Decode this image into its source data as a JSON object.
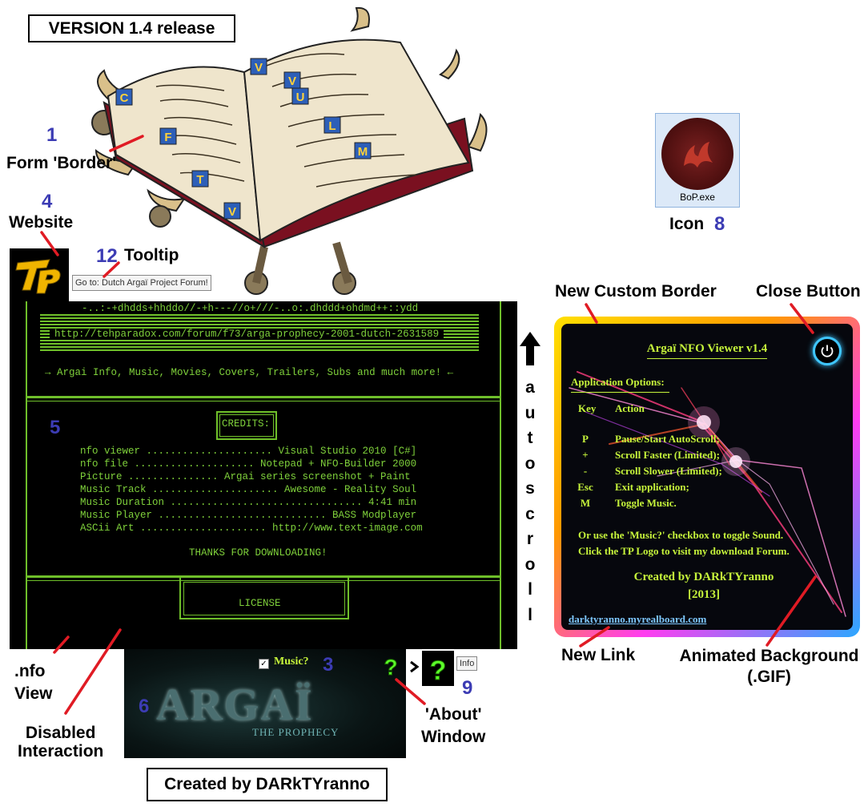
{
  "header": {
    "version": "VERSION 1.4 release"
  },
  "footer": {
    "credit": "Created by DARkTYranno"
  },
  "annotations": {
    "n1": "1",
    "form_border": "Form 'Border'",
    "n4": "4",
    "website": "Website",
    "n12": "12",
    "tooltip": "Tooltip",
    "n5": "5",
    "n3": "3",
    "n6": "6",
    "n9": "9",
    "icon": "Icon",
    "n8": "8",
    "new_border": "New Custom Border",
    "close_button": "Close Button",
    "new_link": "New Link",
    "anim_bg_1": "Animated Background",
    "anim_bg_2": "(.GIF)",
    "nfo_view_1": ".nfo",
    "nfo_view_2": "View",
    "disabled_1": "Disabled",
    "disabled_2": "Interaction",
    "about_1": "'About'",
    "about_2": "Window",
    "autoscroll": [
      "a",
      "u",
      "t",
      "o",
      "s",
      "c",
      "r",
      "o",
      "l",
      "l"
    ]
  },
  "book": {
    "letters": [
      "C",
      "F",
      "T",
      "V",
      "V",
      "V",
      "U",
      "L",
      "M"
    ]
  },
  "tooltip_text": "Go to: Dutch Argaï Project Forum!",
  "desktop_icon": {
    "label": "BoP.exe"
  },
  "nfo": {
    "ascii_top": "-..:-+dhdds+hhddo//-+h---//o+///-..o:.dhddd+ohdmd++::ydd",
    "url": "http://tehparadox.com/forum/f73/arga-prophecy-2001-dutch-2631589",
    "tagline": "→ Argai Info, Music, Movies, Covers, Trailers, Subs and much more! ←",
    "credits_title": "CREDITS:",
    "credits": [
      "nfo viewer ..................... Visual Studio 2010 [C#]",
      "nfo file .................... Notepad + NFO-Builder 2000",
      "Picture ............... Argai series screenshot + Paint",
      "Music Track ..................... Awesome - Reality Soul",
      "Music Duration ................................ 4:41 min",
      "Music Player ............................ BASS Modplayer",
      "ASCii Art ..................... http://www.text-image.com"
    ],
    "thanks": "THANKS FOR DOWNLOADING!",
    "license": "LICENSE"
  },
  "banner": {
    "music_label": "Music?",
    "music_checked": true,
    "logo_title": "ARGAÏ",
    "logo_subtitle": "THE PROPHECY",
    "info_label": "Info"
  },
  "viewer": {
    "title": "Argaï NFO Viewer v1.4",
    "options_title": "Application Options:",
    "col_key": "Key",
    "col_action": "Action",
    "rows": [
      {
        "key": "P",
        "action": "Pause/Start AutoScroll;"
      },
      {
        "key": "+",
        "action": "Scroll Faster  (Limited);"
      },
      {
        "key": "-",
        "action": "Scroll Slower (Limited);"
      },
      {
        "key": "Esc",
        "action": "Exit application;"
      },
      {
        "key": "M",
        "action": "Toggle Music."
      }
    ],
    "note1": "Or use the 'Music?' checkbox to toggle Sound.",
    "note2": "Click the TP Logo to visit my download Forum.",
    "created": "Created by DARkTYranno",
    "year": "[2013]",
    "link": "darktyranno.myrealboard.com"
  },
  "colors": {
    "accent_green": "#7fd13b",
    "annotation_blue": "#3c3cb4",
    "arrow_red": "#e01b24",
    "viewer_yellow": "#c6f43b",
    "link_blue": "#7ec8ff"
  }
}
